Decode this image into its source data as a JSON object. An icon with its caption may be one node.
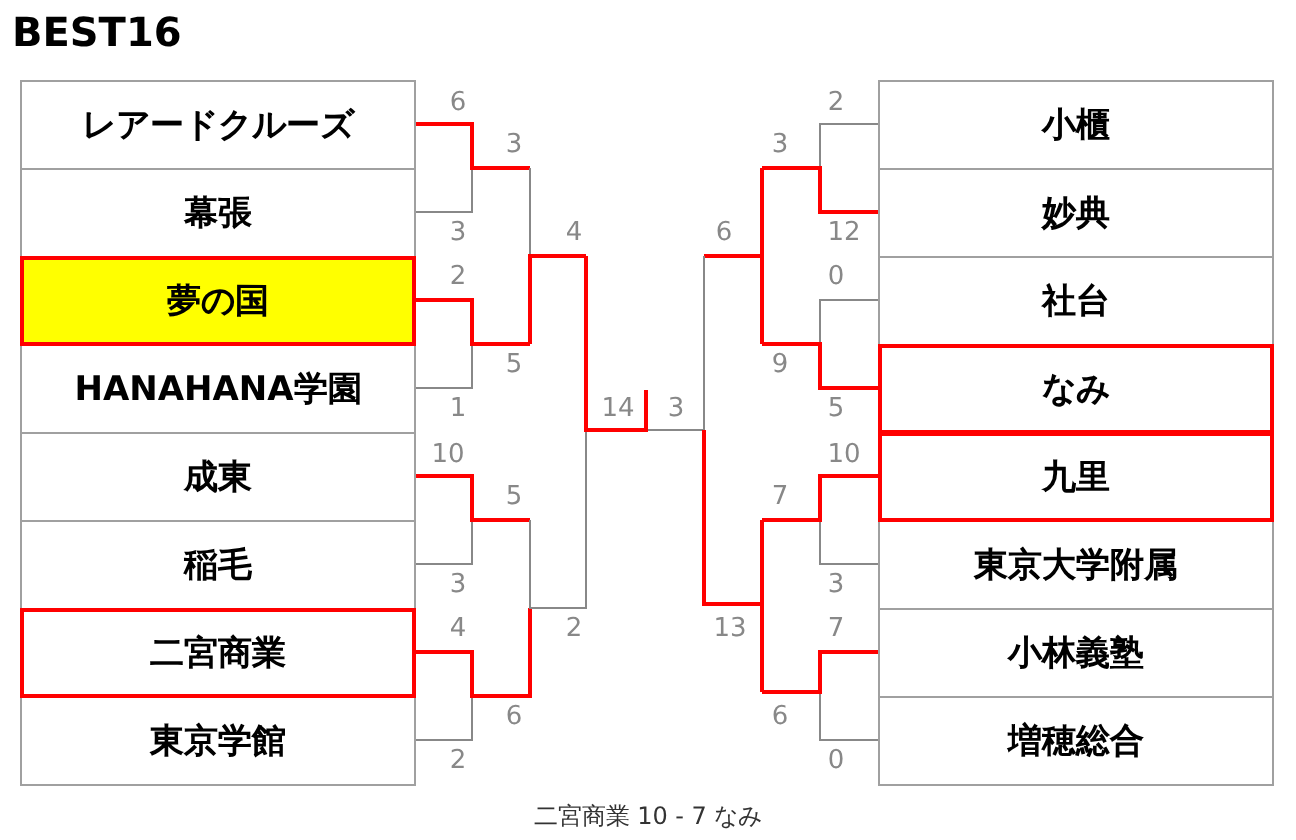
{
  "diagram": {
    "title": "BEST16",
    "caption": "二宮商業 10 - 7 なみ",
    "nodes": [
      {
        "text": [
          "レアードクルーズ"
        ]
      },
      {
        "text": [
          "幕張"
        ]
      },
      {
        "text": [
          "夢の国"
        ]
      },
      {
        "text": [
          "HANAHANA学園"
        ]
      },
      {
        "text": [
          "成東"
        ]
      },
      {
        "text": [
          "稲毛"
        ]
      },
      {
        "text": [
          "二宮商業"
        ]
      },
      {
        "text": [
          "東京学館"
        ]
      },
      {
        "text": [
          "小櫃"
        ]
      },
      {
        "text": [
          "妙典"
        ]
      },
      {
        "text": [
          "社台"
        ]
      },
      {
        "text": [
          "なみ"
        ]
      },
      {
        "text": [
          "九里"
        ]
      },
      {
        "text": [
          "東京大学附属"
        ]
      },
      {
        "text": [
          "小林義塾"
        ]
      },
      {
        "text": [
          "増穂総合"
        ]
      }
    ],
    "labels": [
      "6",
      "3",
      "3",
      "4",
      "2",
      "5",
      "1",
      "14",
      "10",
      "5",
      "3",
      "4",
      "2",
      "6",
      "2",
      "3",
      "2",
      "3",
      "6",
      "12",
      "0",
      "9",
      "5",
      "10",
      "7",
      "3",
      "13",
      "7",
      "6",
      "0"
    ]
  }
}
